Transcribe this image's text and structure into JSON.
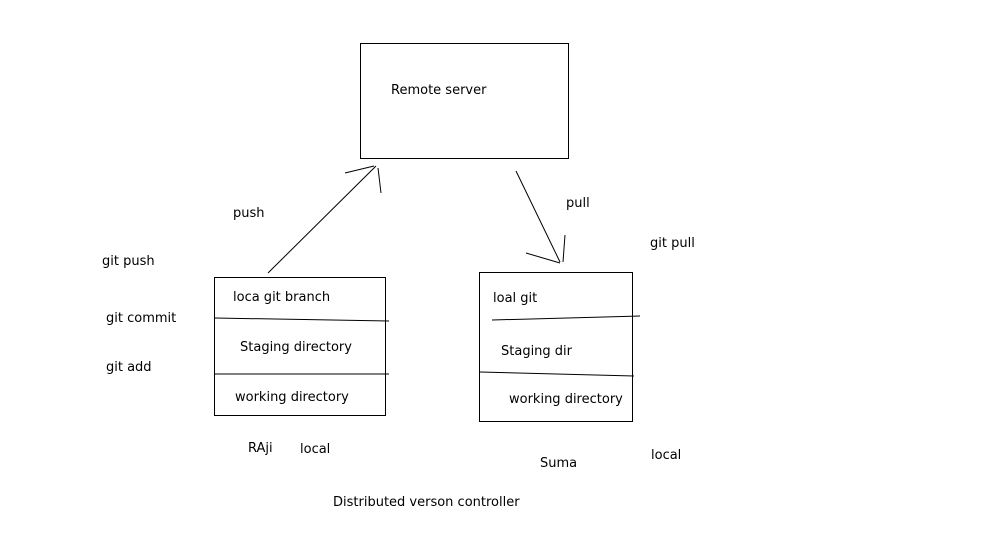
{
  "remote": {
    "label": "Remote server"
  },
  "arrows": {
    "push": "push",
    "pull": "pull"
  },
  "commands": {
    "git_push": "git push",
    "git_commit": "git commit",
    "git_add": "git add",
    "git_pull": "git pull"
  },
  "raji": {
    "branch": "loca git branch",
    "staging": "Staging directory",
    "working": "working directory",
    "user": "RAji",
    "location": "local"
  },
  "suma": {
    "branch": "loal git",
    "staging": "Staging dir",
    "working": "working directory",
    "user": "Suma",
    "location": "local"
  },
  "caption": "Distributed verson controller",
  "colors": {
    "stroke": "#000000",
    "background": "#ffffff"
  }
}
